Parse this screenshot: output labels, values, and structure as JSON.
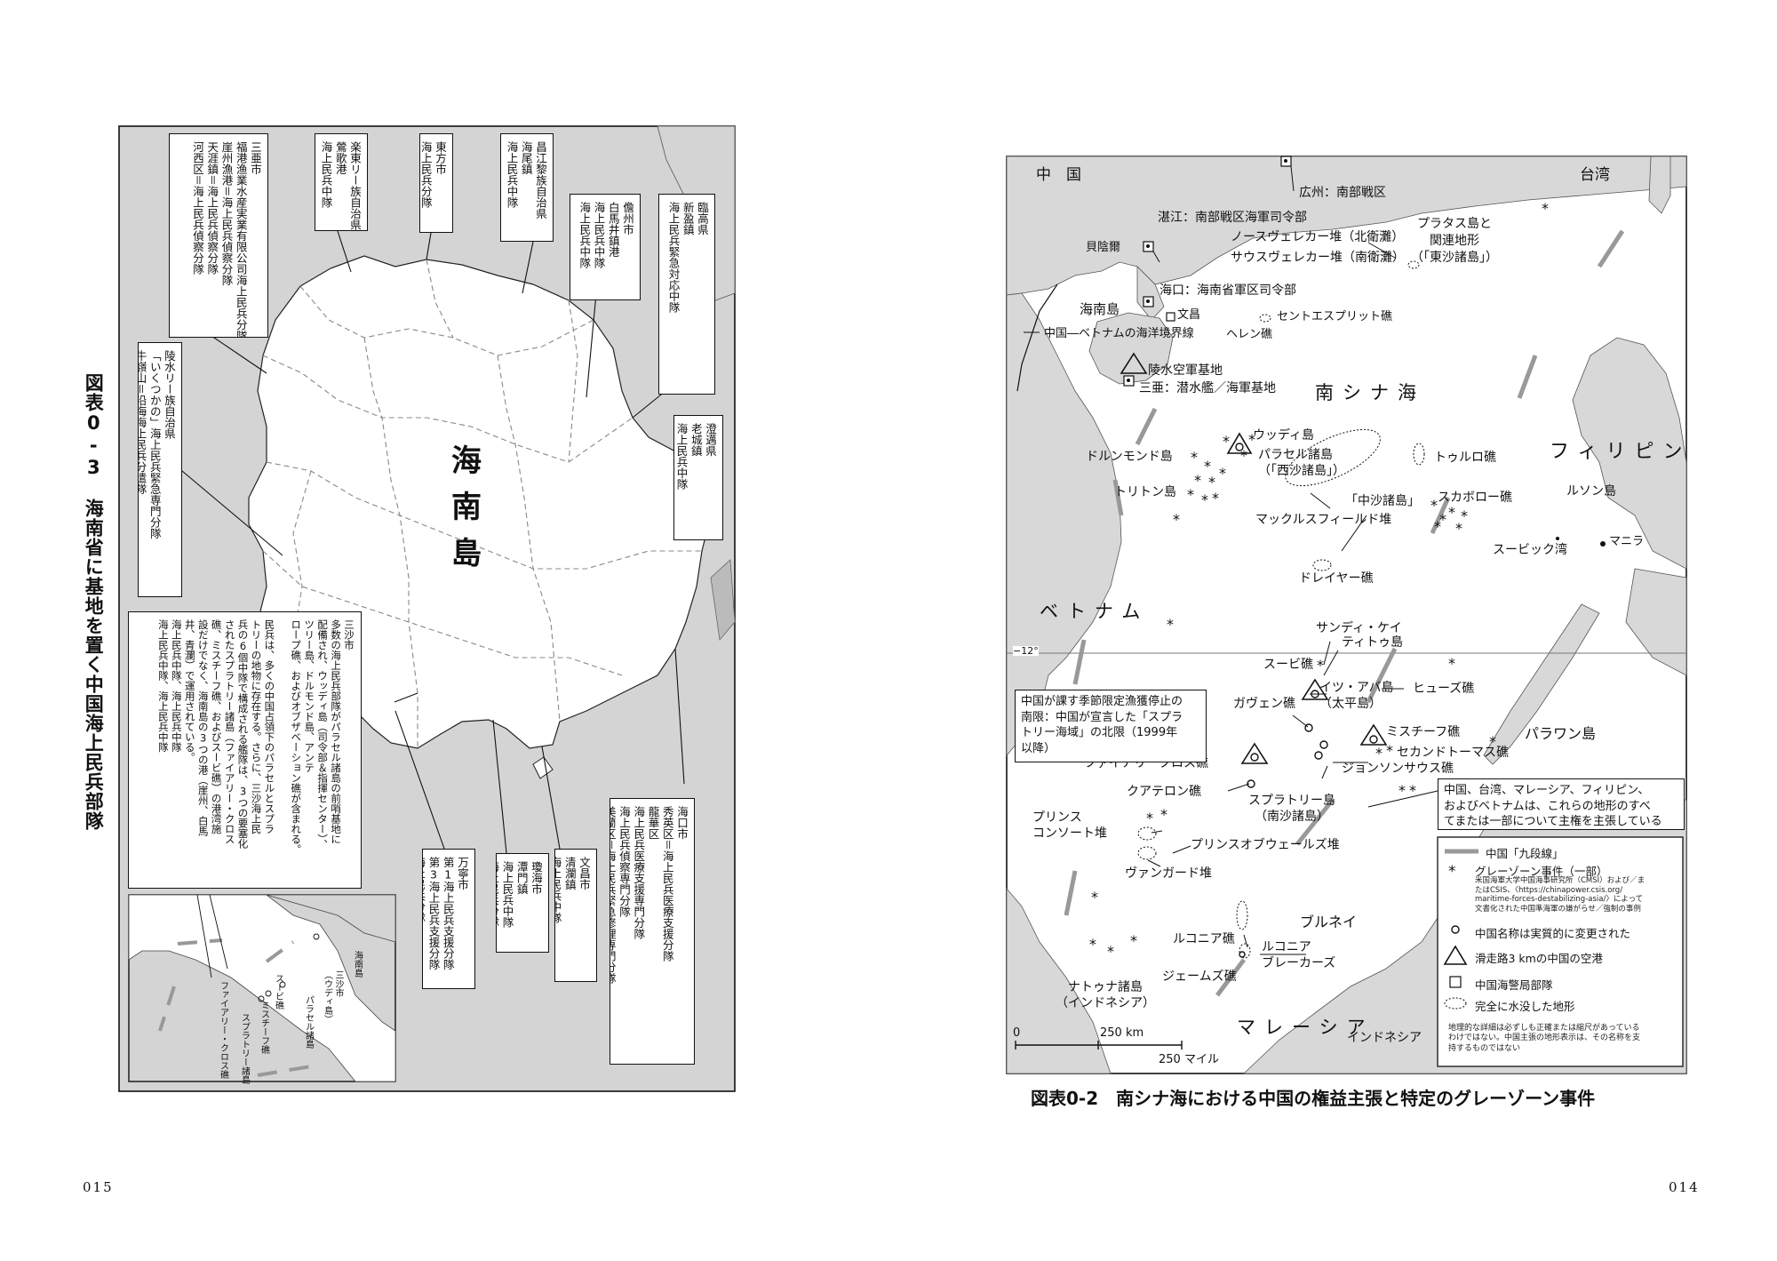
{
  "left_page": {
    "figure_caption": "図表0-3　海南省に基地を置く中国海上民兵部隊",
    "island_name": "海南島",
    "page_number": "015",
    "inset": {
      "labels": [
        "海南島",
        "三沙市\n（ウディ島）",
        "パラセル諸島",
        "スービ礁",
        "ミスチーフ礁",
        "ファイアリー・クロス礁",
        "スプラトリー諸島"
      ]
    },
    "boxes": [
      {
        "id": "sansha-top",
        "text": "三亜市\n福港渔業水産実業有限公司海上民兵分隊\n崖州漁港＝海上民兵偵察分隊\n天涯鎮＝海上民兵偵察分隊\n河西区＝海上民兵偵察分隊"
      },
      {
        "id": "ledong",
        "text": "楽東リー族自治県\n鶯歌港\n海上民兵中隊"
      },
      {
        "id": "dongfang",
        "text": "東方市\n海上民兵分隊"
      },
      {
        "id": "changjiang",
        "text": "昌江黎族自治県\n海尾鎮\n海上民兵中隊"
      },
      {
        "id": "danzhou",
        "text": "儋州市\n白馬井鎮港\n海上民兵中隊\n海上民兵中隊"
      },
      {
        "id": "lingao",
        "text": "臨高県\n新盈鎮\n海上民兵緊急対応中隊"
      },
      {
        "id": "chengmai",
        "text": "澄邁県\n老城鎮\n海上民兵中隊"
      },
      {
        "id": "lingshui",
        "text": "陵水リー族自治県\n「いくつかの」海上民兵緊急専門分隊\n牛嶺山＝沿海海上民兵分遣隊"
      },
      {
        "id": "sansha-note",
        "text": "三沙市\n多数の海上民兵部隊がパラセル諸島の前哨基地に\n配備され、ウッディ島（司令部＆指揮センター）、\nツリー島、ドルモンド島、アンテ\nロープ礁、およびオブザベーション礁が含まれる。\n\n民兵は、多くの中国占領下のパラセルとスプラ\nトリーの地物に存在する。さらに、三沙海上民\n兵の6個中隊で構成される艦隊は、3つの要塞化\nされたスプラトリー諸島（ファイアリー・クロス\n礁、ミスチーフ礁、およびスービ礁）の港湾施\n設だけでなく、海南島の3つの港（崖州、白馬\n井、青瀾）で運用されている。\n海上民兵中隊、海上民兵中隊\n海上民兵中隊、海上民兵中隊"
      },
      {
        "id": "wanning",
        "text": "万寧市\n第1海上民兵支援分隊\n第3海上民兵支援分隊\n海上民兵分隊"
      },
      {
        "id": "qionghai",
        "text": "瓊海市\n潭門鎮\n海上民兵中隊\n海上民兵分隊"
      },
      {
        "id": "wenchang",
        "text": "文昌市\n清瀾鎮\n海上民兵中隊"
      },
      {
        "id": "haikou",
        "text": "海口市\n秀英区＝海上民兵医療支援分隊\n龍華区\n海上民兵医療支援専門分隊\n海上民兵偵察専門分隊\n美蘭区＝海上民兵緊急修理専門分隊"
      }
    ]
  },
  "right_page": {
    "figure_caption": "図表0-2　南シナ海における中国の権益主張と特定のグレーゾーン事件",
    "page_number": "014",
    "map_labels": {
      "china": "中　国",
      "taiwan": "台湾",
      "guangzhou": "広州：南部戦区",
      "zhanjiang": "湛江：南部戦区海軍司令部",
      "beihai": "貝陰爾",
      "north_verker": "ノースヴェレカー堆（北衛灘）",
      "south_verker": "サウスヴェレカー堆（南衛灘）",
      "pratas": "プラタス島と\n関連地形\n（「東沙諸島」）",
      "haikou": "海口：海南省軍区司令部",
      "hainan": "海南島",
      "wenchang": "文昌",
      "esprit": "セントエスプリット礁",
      "helen": "ヘレン礁",
      "border": "中国―ベトナムの海洋境界線",
      "lingshui": "陵水空軍基地",
      "sanya": "三亜：潜水艦／海軍基地",
      "scs": "南シナ海",
      "philippines": "フィリピン",
      "luzon": "ルソン島",
      "woody": "ウッディ島",
      "paracel": "パラセル諸島\n（「西沙諸島」）",
      "drummond": "ドルンモンド島",
      "triton": "トリトン島",
      "truro": "トゥルロ礁",
      "zhongsha": "「中沙諸島」",
      "scarborough": "スカボロー礁",
      "macclesfield": "マックルスフィールド堆",
      "subic": "スービック湾",
      "manila": "マニラ",
      "dreyer": "ドレイヤー礁",
      "vietnam": "ベトナム",
      "sandy": "サンディ・ケイ",
      "thitu": "ティトゥ島",
      "subi": "スービ礁",
      "itu_aba": "イツ・アバ島\n（太平島）",
      "hughes": "ヒューズ礁",
      "gaven": "ガヴェン礁",
      "mischief": "ミスチーフ礁",
      "second_thomas": "セカンドトーマス礁",
      "johnson": "ジョンソンサウス礁",
      "palawan": "パラワン島",
      "fiery_cross": "ファイアリークロス礁",
      "cuarteron": "クアテロン礁",
      "spratly": "スプラトリー島\n（南沙諸島）",
      "prince_consort": "プリンス\nコンソート堆",
      "prince_wales": "プリンスオブウェールズ堆",
      "vanguard": "ヴァンガード堆",
      "brunei": "ブルネイ",
      "luconia": "ルコニア礁",
      "luconia_breakers": "ルコニア\nブレーカーズ",
      "james": "ジェームズ礁",
      "natuna": "ナトゥナ諸島\n（インドネシア）",
      "malaysia": "マレーシア",
      "indonesia": "インドネシア",
      "lat12": "−12°"
    },
    "fishing_note": "中国が課す季節限定漁獲停止の\n南限：中国が宣言した「スプラ\nトリー海域」の北限（1999年\n以降）",
    "claims_note": "中国、台湾、マレーシア、フィリピン、\nおよびベトナムは、これらの地形のすべ\nてまたは一部について主権を主張している",
    "scale": {
      "zero": "0",
      "km": "250 km",
      "mile": "250 マイル"
    },
    "legend": {
      "nine_dash": "中国「九段線」",
      "grey_zone": "グレーゾーン事件（一部）",
      "grey_zone_src": "米国海軍大学中国海事研究所（CMSI）および／ま\nたはCSIS、〈https://chinapower.csis.org/\nmaritime-forces-destabilizing-asia/〉によって\n文書化された中国準海軍の嫌がらせ／強制の事例",
      "renamed": "中国名称は実質的に変更された",
      "airport": "滑走路3 kmの中国の空港",
      "cmsa": "中国海警局部隊",
      "submerged": "完全に水没した地形",
      "disclaimer": "地理的な詳細は必ずしも正確または縮尺があっている\nわけではない。中国主張の地形表示は、その名称を支\n持するものではない"
    }
  }
}
